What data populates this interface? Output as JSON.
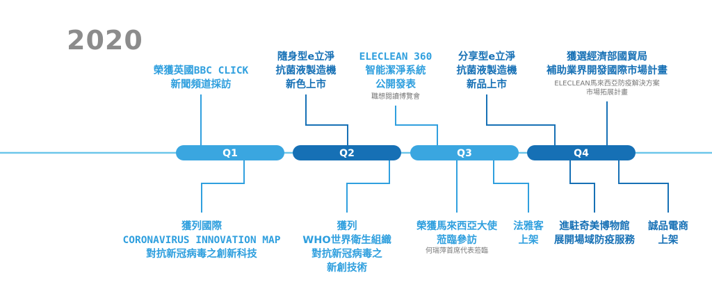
{
  "year": "2020",
  "quarters": [
    {
      "label": "Q1",
      "color": "#3aa6e0"
    },
    {
      "label": "Q2",
      "color": "#1670b5"
    },
    {
      "label": "Q3",
      "color": "#3aa6e0"
    },
    {
      "label": "Q4",
      "color": "#1670b5"
    }
  ],
  "colors": {
    "timeline": "#6cc6ea",
    "light": "#2f9fde",
    "dark": "#1670b5",
    "year": "#8c8c8c"
  },
  "events_top": [
    {
      "lines": [
        "榮獲英國BBC CLICK",
        "新聞頻道採訪"
      ]
    },
    {
      "lines": [
        "隨身型e立淨",
        "抗菌液製造機",
        "新色上市"
      ]
    },
    {
      "lines": [
        "ELECLEAN 360",
        "智能潔淨系統",
        "公開發表"
      ],
      "sub": [
        "職想閱讀博覽會"
      ]
    },
    {
      "lines": [
        "分享型e立淨",
        "抗菌液製造機",
        "新品上市"
      ]
    },
    {
      "lines": [
        "獲選經濟部國貿局",
        "補助業界開發國際市場計畫"
      ],
      "sub": [
        "ELECLEAN馬來西亞防疫解決方案",
        "市場拓展計畫"
      ]
    }
  ],
  "events_bottom": [
    {
      "lines": [
        "獲列國際",
        "CORONAVIRUS INNOVATION MAP",
        "對抗新冠病毒之創新科技"
      ]
    },
    {
      "lines": [
        "獲列",
        "WHO世界衛生組織",
        "對抗新冠病毒之",
        "新創技術"
      ]
    },
    {
      "lines": [
        "榮獲馬來西亞大使",
        "蒞臨參訪"
      ],
      "sub": [
        "何瑞萍首席代表蒞臨"
      ]
    },
    {
      "lines": [
        "法雅客",
        "上架"
      ]
    },
    {
      "lines": [
        "進駐奇美博物館",
        "展開場域防疫服務"
      ]
    },
    {
      "lines": [
        "誠品電商",
        "上架"
      ]
    }
  ]
}
